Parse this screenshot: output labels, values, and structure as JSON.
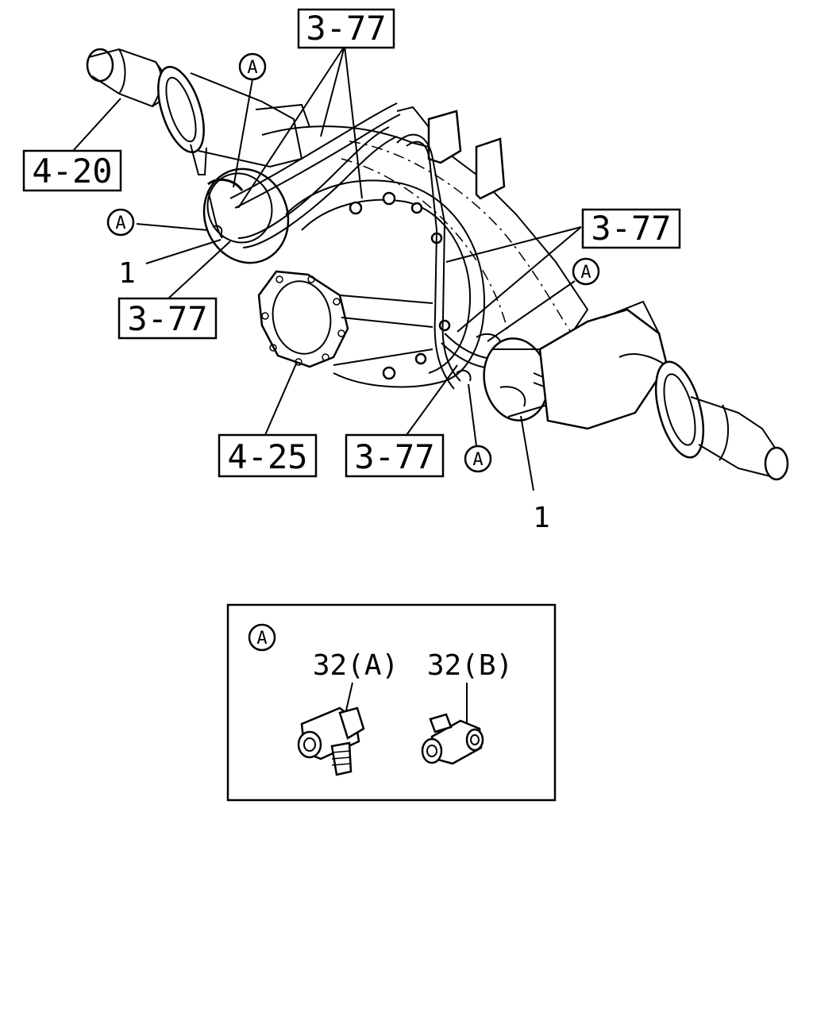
{
  "callouts": {
    "ref_4_20": "4-20",
    "ref_3_77_top": "3-77",
    "ref_3_77_right": "3-77",
    "ref_3_77_left": "3-77",
    "ref_4_25": "4-25",
    "ref_3_77_bottom": "3-77",
    "part_1_left": "1",
    "part_1_right": "1",
    "detail_a_1": "A",
    "detail_a_2": "A",
    "detail_a_3": "A",
    "detail_a_4": "A"
  },
  "inset": {
    "marker": "A",
    "part_a_label": "32(A)",
    "part_b_label": "32(B)"
  }
}
